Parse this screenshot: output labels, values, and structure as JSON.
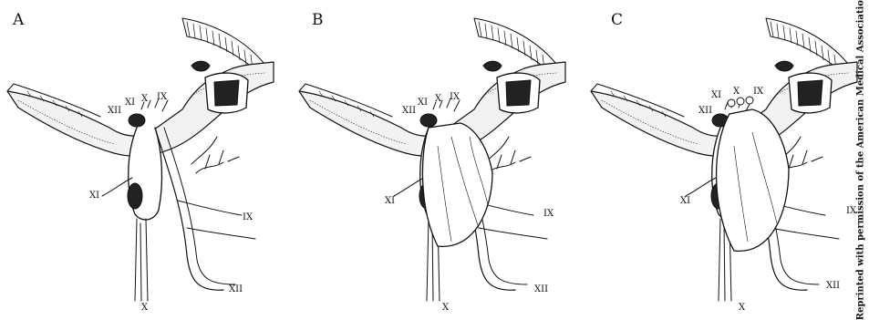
{
  "panels": [
    {
      "letter": "A",
      "labels": {
        "xii_top": "XII",
        "xi_top": "XI",
        "x_top": "X",
        "ix_top": "IX",
        "xi_side": "XI",
        "ix_side": "IX",
        "xii_side": "XII",
        "x_bottom": "X"
      }
    },
    {
      "letter": "B",
      "labels": {
        "xii_top": "XII",
        "xi_top": "XI",
        "x_top": "X",
        "ix_top": "IX",
        "xi_side": "XI",
        "ix_side": "IX",
        "xii_side": "XII",
        "x_bottom": "X"
      }
    },
    {
      "letter": "C",
      "labels": {
        "xii_top": "XII",
        "xi_top": "XI",
        "x_top": "X",
        "ix_top": "IX",
        "xi_side": "XI",
        "ix_side": "IX",
        "xii_side": "XII",
        "x_bottom": "X"
      }
    }
  ],
  "credit": "Reprinted with permission of the American Medical Association",
  "colors": {
    "ink": "#111111",
    "bone_fill": "#f2f2f2",
    "dark": "#222222"
  }
}
